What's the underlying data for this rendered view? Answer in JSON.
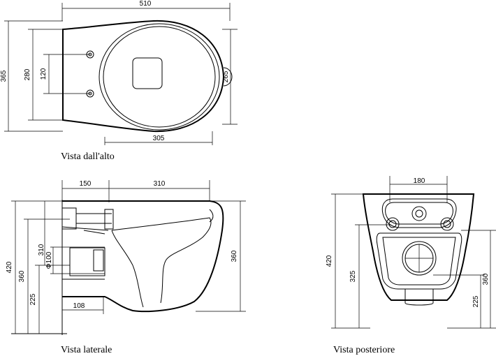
{
  "views": {
    "top": {
      "caption": "Vista dall'alto",
      "dims": {
        "width": "510",
        "depth": "365",
        "d280": "280",
        "d120": "120",
        "d265": "265",
        "d305": "305"
      }
    },
    "side": {
      "caption": "Vista laterale",
      "dims": {
        "d150": "150",
        "d310": "310",
        "d420": "420",
        "d360": "360",
        "d225": "225",
        "d310v": "310",
        "phi100": "Φ100",
        "d108": "108",
        "d360r": "360"
      }
    },
    "rear": {
      "caption": "Vista posteriore",
      "dims": {
        "d180": "180",
        "d420": "420",
        "d325": "325",
        "d225": "225",
        "d360": "360"
      }
    }
  }
}
